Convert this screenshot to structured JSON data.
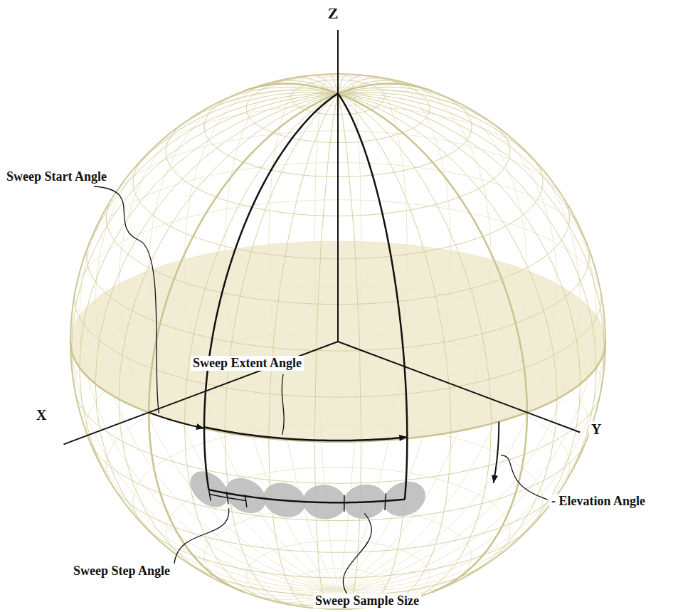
{
  "diagram": {
    "labels": [
      "Z",
      "Sweep Start Angle",
      "Sweep Extent Angle",
      "X",
      "Y",
      "- Elevation Angle",
      "Sweep Step Angle",
      "Sweep Sample Size"
    ]
  }
}
